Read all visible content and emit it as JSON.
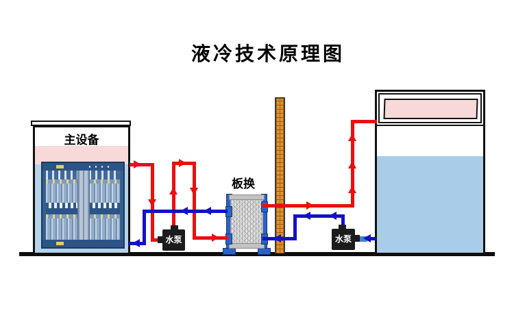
{
  "title": "液冷技术原理图",
  "labels": {
    "main_equipment": "主设备",
    "plate_exchanger": "板换",
    "pump_primary": "水泵",
    "pump_secondary": "水泵"
  },
  "colors": {
    "hot_pipe": "#e81010",
    "cold_pipe": "#1212c8",
    "coolant_water": "#b5d3e9",
    "tank_water": "#a9cde9",
    "pink_layer": "#f7d9d9",
    "brick_wall": "#e0912c",
    "pump_body": "#1c1c1c",
    "exchanger_frame": "#2a62c8",
    "ground": "#0d0d0d"
  },
  "diagram": {
    "type": "process-schematic",
    "components": [
      {
        "id": "main-equipment-tank",
        "label": "主设备",
        "kind": "immersion tank containing blue server equipment with pink layer above coolant"
      },
      {
        "id": "primary-pump",
        "label": "水泵",
        "kind": "pump"
      },
      {
        "id": "plate-heat-exchanger",
        "label": "板换",
        "kind": "plate heat exchanger with blue frame posts"
      },
      {
        "id": "partition-wall",
        "kind": "vertical brick wall"
      },
      {
        "id": "secondary-pump",
        "label": "水泵",
        "kind": "pump"
      },
      {
        "id": "cooling-tank",
        "kind": "water tank with pink louver cap"
      }
    ],
    "loops": [
      {
        "id": "hot-loop",
        "color": "#e81010",
        "route": "main-equipment-tank → primary-pump → plate-heat-exchanger → back to main-equipment-tank"
      },
      {
        "id": "cold-loop",
        "color": "#1212c8",
        "route": "cooling-tank → secondary-pump → plate-heat-exchanger → back to cooling-tank"
      }
    ]
  }
}
